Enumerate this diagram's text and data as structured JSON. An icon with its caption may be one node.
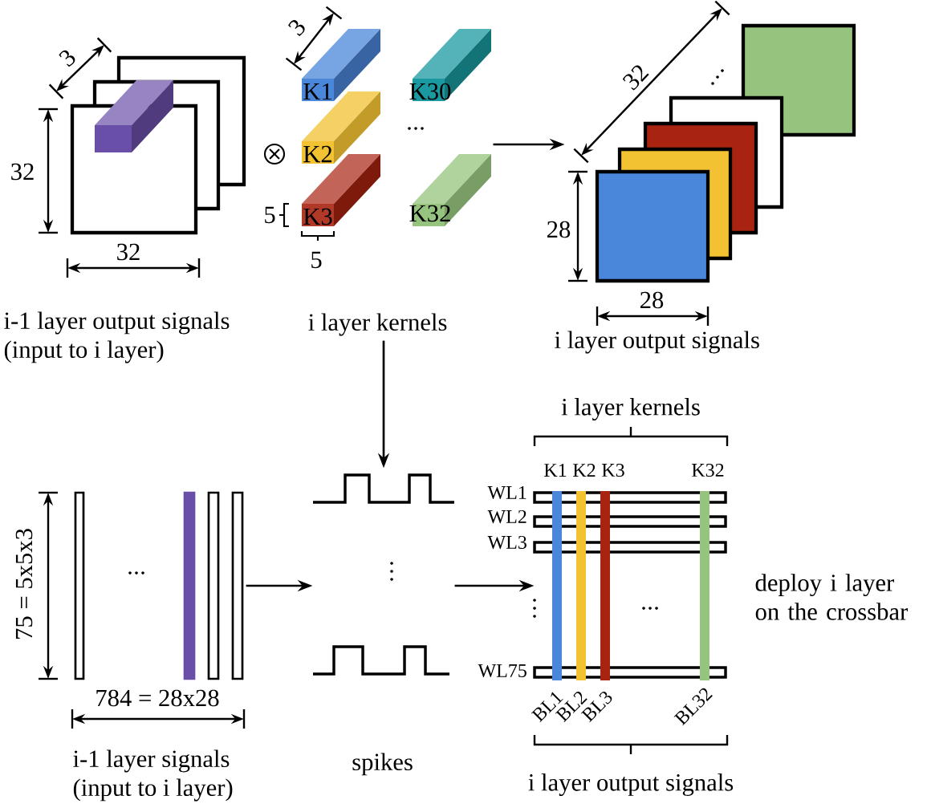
{
  "diagram": {
    "nodes": [
      {
        "text": [
          "i-1 layer output signals (input to i layer)"
        ]
      },
      {
        "text": [
          "i layer kernels"
        ]
      },
      {
        "text": [
          "i layer output signals"
        ]
      },
      {
        "text": [
          "i-1 layer signals (input to i layer)"
        ]
      },
      {
        "text": [
          "spikes"
        ]
      },
      {
        "text": [],
        "shape": "grid",
        "beside": [
          "deploy i layer on the crossbar"
        ]
      }
    ],
    "edges": [
      {
        "from": 1,
        "to": 2,
        "arrow": "to"
      },
      {
        "from": 1,
        "to": 4,
        "arrow": "to"
      },
      {
        "from": 3,
        "to": 4,
        "arrow": "to"
      },
      {
        "from": 4,
        "to": 5,
        "arrow": "to"
      }
    ],
    "labels": [
      "3",
      "32",
      "32",
      "3",
      "K1",
      "K30",
      "K2",
      "5",
      "K3",
      "K32",
      "5",
      "32",
      "28",
      "28",
      "i layer kernels",
      "K1",
      "K2",
      "K3",
      "K32",
      "WL1",
      "WL2",
      "WL3",
      "75 = 5x5x3",
      "WL75",
      "784 = 28x28",
      "BL1",
      "BL2",
      "BL3",
      "BL32",
      "i layer output signals"
    ]
  }
}
